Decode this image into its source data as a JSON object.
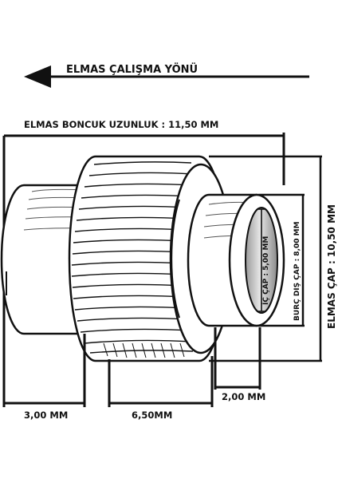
{
  "labels": {
    "direction": "ELMAS ÇALIŞMA YÖNÜ",
    "bead_length": "ELMAS BONCUK UZUNLUK : 11,50 MM",
    "diamond_diameter": "ELMAS ÇAP : 10,50 MM",
    "sleeve_outer_diameter": "BURÇ DIŞ ÇAP : 8,00 MM",
    "inner_diameter": "İÇ ÇAP : 5,00 MM",
    "left_sleeve_length": "3,00 MM",
    "diamond_ring_length": "6,50MM",
    "right_sleeve_length": "2,00 MM"
  },
  "colors": {
    "stroke": "#111111",
    "fill": "#ffffff",
    "inner_bore": "#cfcfcf"
  }
}
